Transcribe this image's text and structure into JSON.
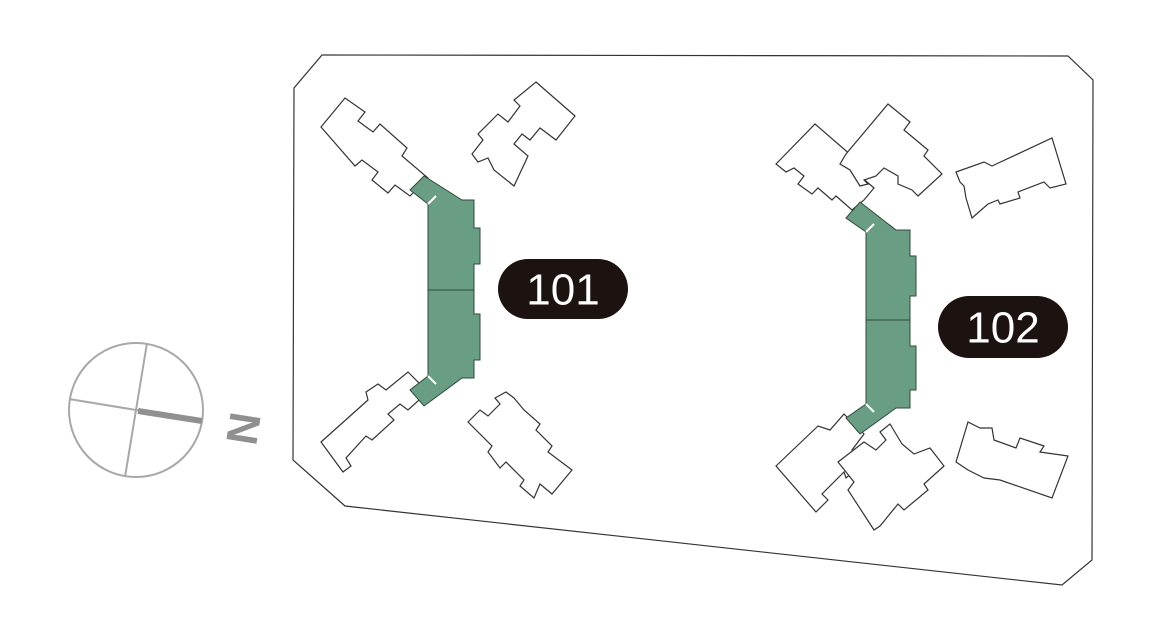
{
  "compass": {
    "letter": "N"
  },
  "buildings": [
    {
      "id": "101"
    },
    {
      "id": "102"
    }
  ],
  "colors": {
    "highlight": "#6a9e84",
    "highlight_stroke": "#2f4a3c",
    "outline": "#333333",
    "label_bg": "#1c1210",
    "label_text": "#ffffff",
    "compass": "#a8a8a8",
    "compass_needle": "#909090"
  }
}
